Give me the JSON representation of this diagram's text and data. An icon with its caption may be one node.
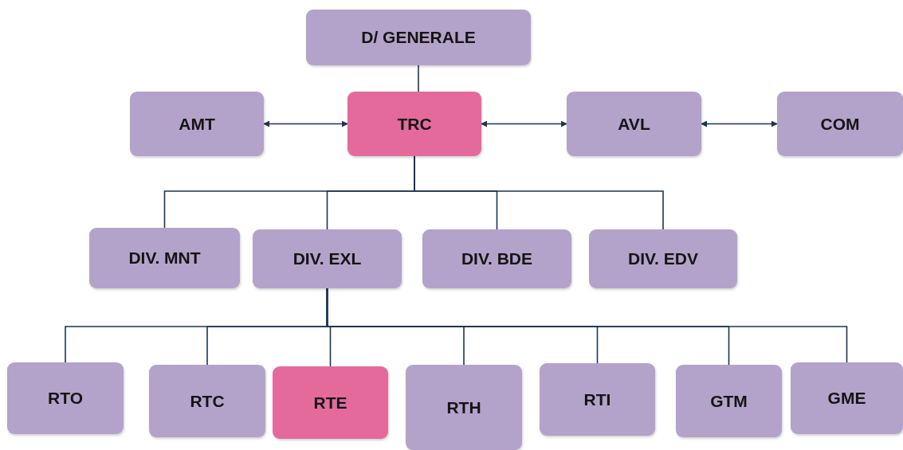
{
  "diagram": {
    "nodes": [
      {
        "text": [
          "D/ GENERALE"
        ]
      },
      {
        "text": [
          "AMT"
        ]
      },
      {
        "text": [
          "TRC"
        ]
      },
      {
        "text": [
          "AVL"
        ]
      },
      {
        "text": [
          "COM"
        ]
      },
      {
        "text": [
          "DIV. MNT"
        ]
      },
      {
        "text": [
          "DIV. EXL"
        ]
      },
      {
        "text": [
          "DIV. BDE"
        ]
      },
      {
        "text": [
          "DIV. EDV"
        ]
      },
      {
        "text": [
          "RTO"
        ]
      },
      {
        "text": [
          "RTC"
        ]
      },
      {
        "text": [
          "RTE"
        ]
      },
      {
        "text": [
          "RTH"
        ]
      },
      {
        "text": [
          "RTI"
        ]
      },
      {
        "text": [
          "GTM"
        ]
      },
      {
        "text": [
          "GME"
        ]
      }
    ],
    "edges": [
      {
        "from": 0,
        "to": 2,
        "arrow": "none"
      },
      {
        "from": 1,
        "to": 2,
        "arrow": "both"
      },
      {
        "from": 2,
        "to": 3,
        "arrow": "both"
      },
      {
        "from": 3,
        "to": 4,
        "arrow": "both"
      },
      {
        "from": 2,
        "to": 5,
        "arrow": "none"
      },
      {
        "from": 2,
        "to": 6,
        "arrow": "none"
      },
      {
        "from": 2,
        "to": 7,
        "arrow": "none"
      },
      {
        "from": 2,
        "to": 8,
        "arrow": "none"
      },
      {
        "from": 6,
        "to": 9,
        "arrow": "none"
      },
      {
        "from": 6,
        "to": 10,
        "arrow": "none"
      },
      {
        "from": 6,
        "to": 11,
        "arrow": "none"
      },
      {
        "from": 6,
        "to": 12,
        "arrow": "none"
      },
      {
        "from": 6,
        "to": 13,
        "arrow": "none"
      },
      {
        "from": 6,
        "to": 14,
        "arrow": "none"
      },
      {
        "from": 6,
        "to": 15,
        "arrow": "none"
      }
    ]
  }
}
